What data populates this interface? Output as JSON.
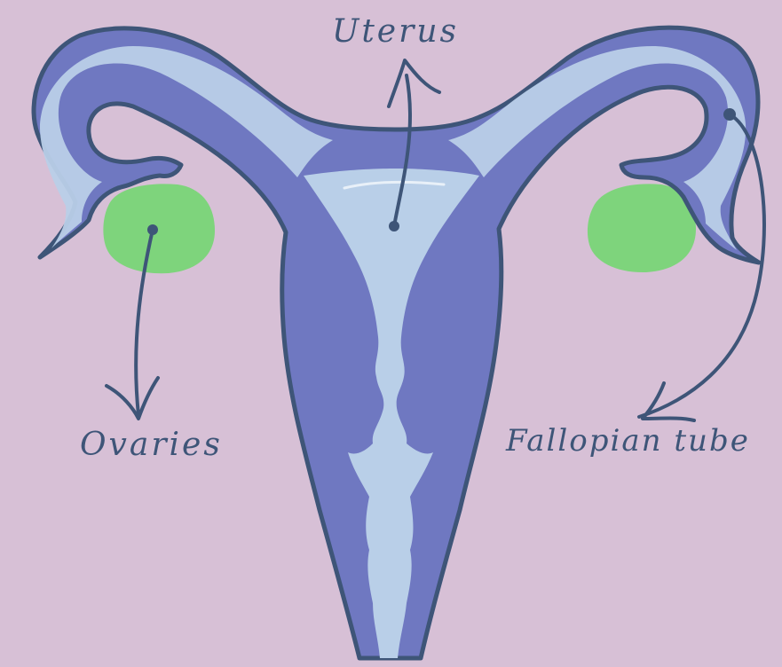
{
  "labels": {
    "uterus": "Uterus",
    "ovaries": "Ovaries",
    "fallopian_tube": "Fallopian tube"
  },
  "colors": {
    "background": "#d7c0d6",
    "uterus_wall": "#6f78c1",
    "cavity": "#b9cfe8",
    "ovary": "#7ed47c",
    "outline": "#3e5578"
  }
}
